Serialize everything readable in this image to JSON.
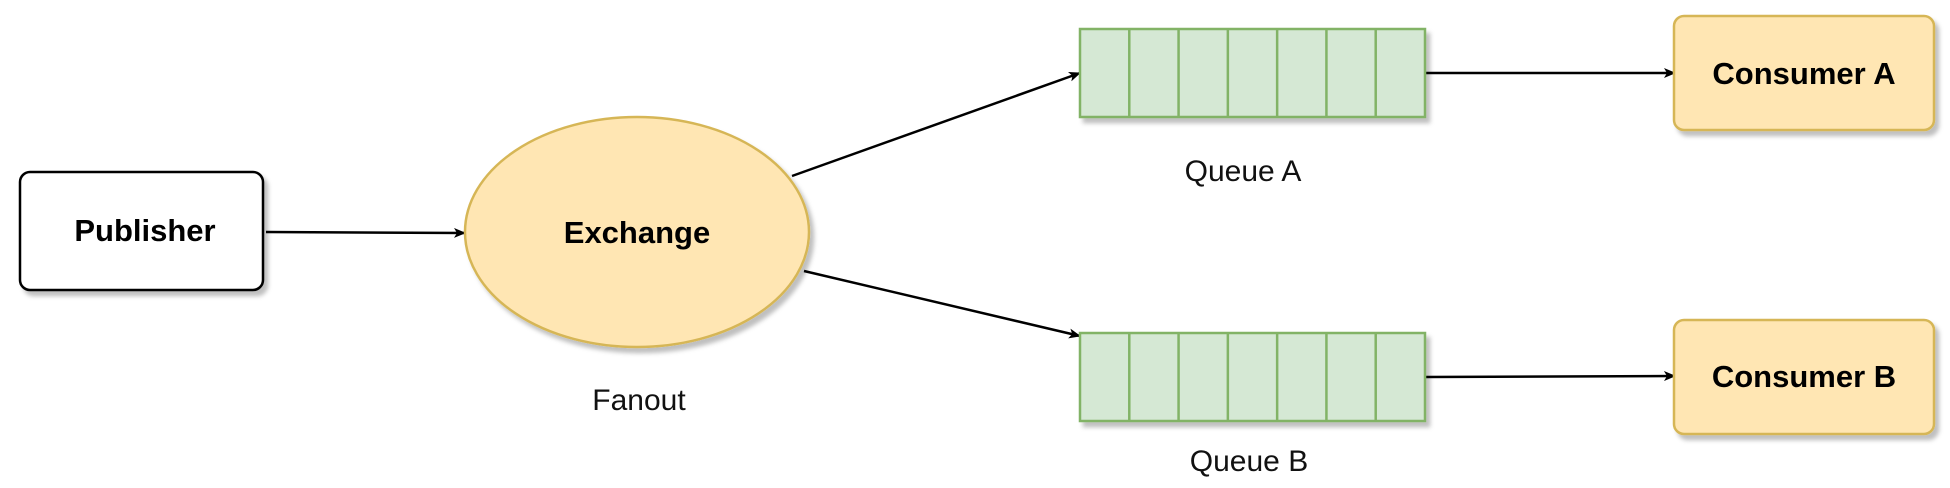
{
  "nodes": {
    "publisher": {
      "label": "Publisher"
    },
    "exchange": {
      "label": "Exchange",
      "caption": "Fanout"
    },
    "queue_a": {
      "caption": "Queue A",
      "slots": 7
    },
    "queue_b": {
      "caption": "Queue B",
      "slots": 7
    },
    "consumer_a": {
      "label": "Consumer A"
    },
    "consumer_b": {
      "label": "Consumer B"
    }
  },
  "colors": {
    "exchange_fill": "#ffe6b3",
    "exchange_stroke": "#d6b656",
    "queue_fill": "#d5e8d4",
    "queue_stroke": "#82b366",
    "consumer_fill": "#ffe6b3",
    "consumer_stroke": "#d6b656",
    "publisher_fill": "#ffffff",
    "publisher_stroke": "#000000",
    "edge": "#000000"
  }
}
